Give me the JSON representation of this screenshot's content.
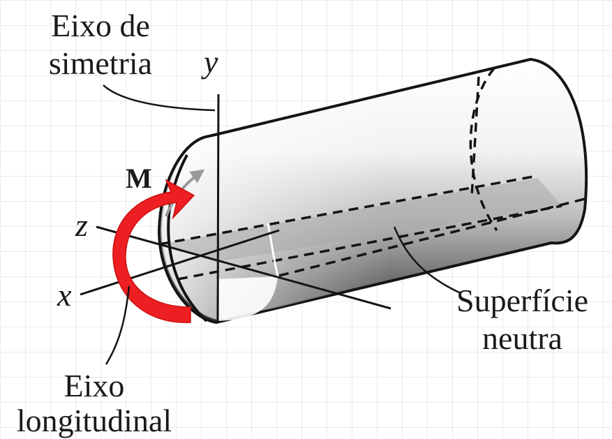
{
  "labels": {
    "symmetry_axis": [
      "Eixo de",
      "simetria"
    ],
    "neutral_surface": [
      "Superfície",
      "neutra"
    ],
    "longitudinal_axis": [
      "Eixo",
      "longitudinal"
    ],
    "moment": "M",
    "axis_x": "x",
    "axis_y": "y",
    "axis_z": "z"
  },
  "colors": {
    "grid": "#dfdfdf",
    "outline": "#141414",
    "moment_arrow": "#ee1f22",
    "neutral_plane": "#a9a9a9"
  }
}
